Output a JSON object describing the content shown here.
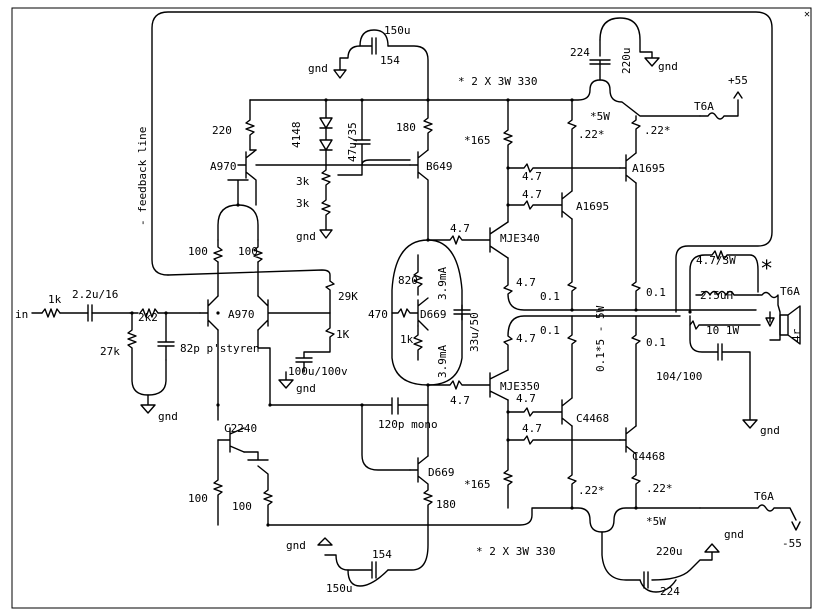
{
  "frame": {
    "corner_mark": "✕"
  },
  "labels": {
    "feedback": "- feedback line",
    "input": "in",
    "r_in": "1k",
    "c_in": "2.2u/16",
    "r_2k2": "2k2",
    "r_27k": "27k",
    "c_82p": "82p p'styren",
    "gnd": "gnd",
    "q_a970_top": "A970",
    "q_a970_pair": "A970",
    "r_100a": "100",
    "r_100b": "100",
    "r_220": "220",
    "d_4148": "4148",
    "c_47u": "47u/35",
    "r_3k_a": "3k",
    "r_3k_b": "3k",
    "c_150u_top": "150u",
    "c_154_top": "154",
    "r_180_top": "180",
    "q_b649": "B649",
    "r_29k": "29K",
    "r_1k_fb": "1K",
    "c_100u": "100u/100v",
    "q_c2240": "C2240",
    "r_100_bot_a": "100",
    "r_100_bot_b": "100",
    "c_120p": "120p mono",
    "r_820": "820",
    "r_470": "470",
    "r_1k_bias": "1k",
    "q_d669_bias": "D669",
    "i_top": "3.9mA",
    "i_bot": "3.9mA",
    "c_33u": "33u/50",
    "q_d669": "D669",
    "r_180_bot": "180",
    "c_154_bot": "154",
    "c_150u_bot": "150u",
    "r_47a": "4.7",
    "r_47b": "4.7",
    "q_mje340": "MJE340",
    "q_mje350": "MJE350",
    "r_47c": "4.7",
    "r_47d": "4.7",
    "r_165_top": "*165",
    "r_165_bot": "*165",
    "r_47e": "4.7",
    "r_47f": "4.7",
    "r_47g": "4.7",
    "r_47h": "4.7",
    "q_a1695a": "A1695",
    "q_a1695b": "A1695",
    "q_c4468a": "C4468",
    "q_c4468b": "C4468",
    "r_22a": ".22*",
    "r_22b": ".22*",
    "r_22c": ".22*",
    "r_22d": ".22*",
    "r_01a": "0.1",
    "r_01b": "0.1",
    "r_01c": "0.1",
    "r_01d": "0.1",
    "r_01_5w": "0.1*5 - 5W",
    "res_note_top": "* 2 X 3W 330",
    "res_note_bot": "* 2 X 3W 330",
    "r_5w_top": "*5W",
    "r_5w_bot": "*5W",
    "c_224_top": "224",
    "c_220u_top": "220u",
    "c_224_bot": "224",
    "c_220u_bot": "220u",
    "fuse_top": "T6A",
    "fuse_bot": "T6A",
    "fuse_out": "T6A",
    "v_pos": "+55",
    "v_neg": "-55",
    "r_47_3w": "4.7/3W",
    "l_25uh": "2.5uH",
    "r_10_1w": "10 1W",
    "c_104": "104/100",
    "star": "*",
    "speaker": "4r"
  }
}
